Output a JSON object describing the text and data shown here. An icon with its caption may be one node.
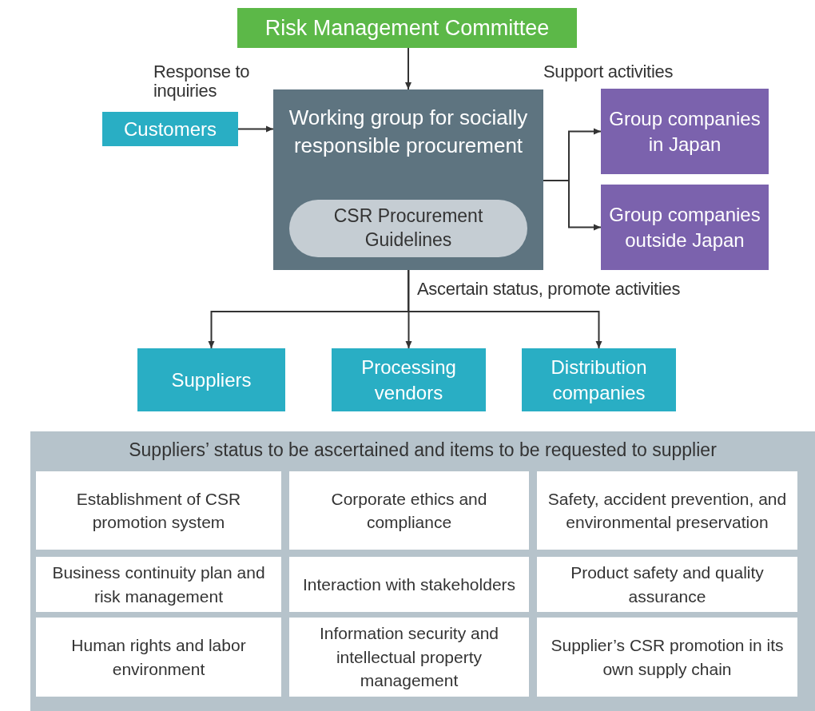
{
  "diagram": {
    "nodes": [
      {
        "text": [
          "Risk Management Committee"
        ]
      },
      {
        "text": [
          "Working group for socially responsible procurement"
        ]
      },
      {
        "text": [
          "CSR Procurement Guidelines"
        ],
        "in": 1
      },
      {
        "text": [
          "Customers"
        ]
      },
      {
        "text": [
          "Group companies in Japan"
        ]
      },
      {
        "text": [
          "Group companies outside Japan"
        ]
      },
      {
        "text": [
          "Suppliers"
        ]
      },
      {
        "text": [
          "Processing vendors"
        ]
      },
      {
        "text": [
          "Distribution companies"
        ]
      },
      {
        "text": [
          "Suppliers’ status to be ascertained and items to be requested to supplier"
        ]
      },
      {
        "text": [
          "Establishment of CSR promotion system"
        ],
        "in": 9
      },
      {
        "text": [
          "Corporate ethics and compliance"
        ],
        "in": 9
      },
      {
        "text": [
          "Safety, accident prevention, and environmental preservation"
        ],
        "in": 9
      },
      {
        "text": [
          "Business continuity plan and risk management"
        ],
        "in": 9
      },
      {
        "text": [
          "Interaction with stakeholders"
        ],
        "in": 9
      },
      {
        "text": [
          "Product safety and quality assurance"
        ],
        "in": 9
      },
      {
        "text": [
          "Human rights and labor environment"
        ],
        "in": 9
      },
      {
        "text": [
          "Information security and intellectual property management"
        ],
        "in": 9
      },
      {
        "text": [
          "Supplier’s CSR promotion in its own supply chain"
        ],
        "in": 9
      }
    ],
    "edges": [
      {
        "from": 0,
        "to": 1,
        "arrow": "to"
      },
      {
        "from": 3,
        "to": 1,
        "arrow": "to"
      },
      {
        "from": 1,
        "to": 4,
        "arrow": "to"
      },
      {
        "from": 1,
        "to": 5,
        "arrow": "to"
      },
      {
        "from": 1,
        "to": 6,
        "arrow": "to"
      },
      {
        "from": 1,
        "to": 7,
        "arrow": "to"
      },
      {
        "from": 1,
        "to": 8,
        "arrow": "to"
      }
    ],
    "labels": [
      "Response to inquiries",
      "Support activities",
      "Ascertain status, promote activities"
    ]
  }
}
